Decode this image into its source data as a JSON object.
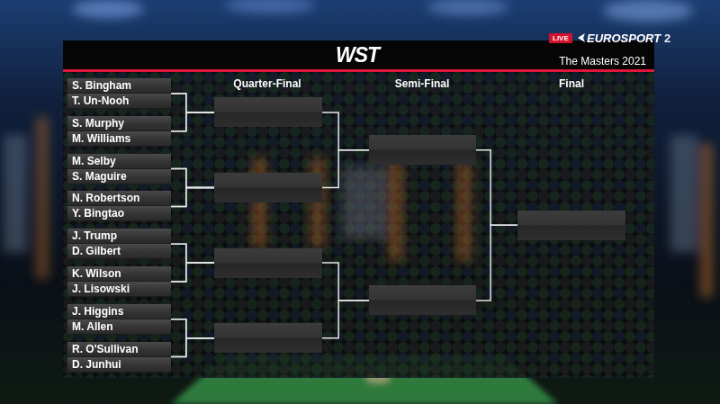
{
  "diagram": {
    "title": "The Masters 2021",
    "nodes": [
      {
        "text": [
          "S. Bingham"
        ]
      },
      {
        "text": [
          "T. Un-Nooh"
        ]
      },
      {
        "text": [
          "S. Murphy"
        ]
      },
      {
        "text": [
          "M. Williams"
        ]
      },
      {
        "text": [
          "M. Selby"
        ]
      },
      {
        "text": [
          "S. Maguire"
        ]
      },
      {
        "text": [
          "N. Robertson"
        ]
      },
      {
        "text": [
          "Y. Bingtao"
        ]
      },
      {
        "text": [
          "J. Trump"
        ]
      },
      {
        "text": [
          "D. Gilbert"
        ]
      },
      {
        "text": [
          "K. Wilson"
        ]
      },
      {
        "text": [
          "J. Lisowski"
        ]
      },
      {
        "text": [
          "J. Higgins"
        ]
      },
      {
        "text": [
          "M. Allen"
        ]
      },
      {
        "text": [
          "R. O'Sullivan"
        ]
      },
      {
        "text": [
          "D. Junhui"
        ]
      },
      {
        "text": []
      },
      {
        "text": []
      },
      {
        "text": []
      },
      {
        "text": []
      },
      {
        "text": []
      },
      {
        "text": []
      },
      {
        "text": []
      }
    ],
    "edges": [
      {
        "from": 0,
        "to": 16,
        "arrow": "none"
      },
      {
        "from": 1,
        "to": 16,
        "arrow": "none"
      },
      {
        "from": 2,
        "to": 16,
        "arrow": "none"
      },
      {
        "from": 3,
        "to": 16,
        "arrow": "none"
      },
      {
        "from": 4,
        "to": 17,
        "arrow": "none"
      },
      {
        "from": 5,
        "to": 17,
        "arrow": "none"
      },
      {
        "from": 6,
        "to": 17,
        "arrow": "none"
      },
      {
        "from": 7,
        "to": 17,
        "arrow": "none"
      },
      {
        "from": 8,
        "to": 18,
        "arrow": "none"
      },
      {
        "from": 9,
        "to": 18,
        "arrow": "none"
      },
      {
        "from": 10,
        "to": 18,
        "arrow": "none"
      },
      {
        "from": 11,
        "to": 18,
        "arrow": "none"
      },
      {
        "from": 12,
        "to": 19,
        "arrow": "none"
      },
      {
        "from": 13,
        "to": 19,
        "arrow": "none"
      },
      {
        "from": 14,
        "to": 19,
        "arrow": "none"
      },
      {
        "from": 15,
        "to": 19,
        "arrow": "none"
      },
      {
        "from": 16,
        "to": 20,
        "arrow": "none"
      },
      {
        "from": 17,
        "to": 20,
        "arrow": "none"
      },
      {
        "from": 18,
        "to": 21,
        "arrow": "none"
      },
      {
        "from": 19,
        "to": 21,
        "arrow": "none"
      },
      {
        "from": 20,
        "to": 22,
        "arrow": "none"
      },
      {
        "from": 21,
        "to": 22,
        "arrow": "none"
      }
    ],
    "labels": [
      "WST",
      "LIVE",
      "EUROSPORT",
      "2",
      "Quarter-Final",
      "Semi-Final",
      "Final"
    ]
  }
}
